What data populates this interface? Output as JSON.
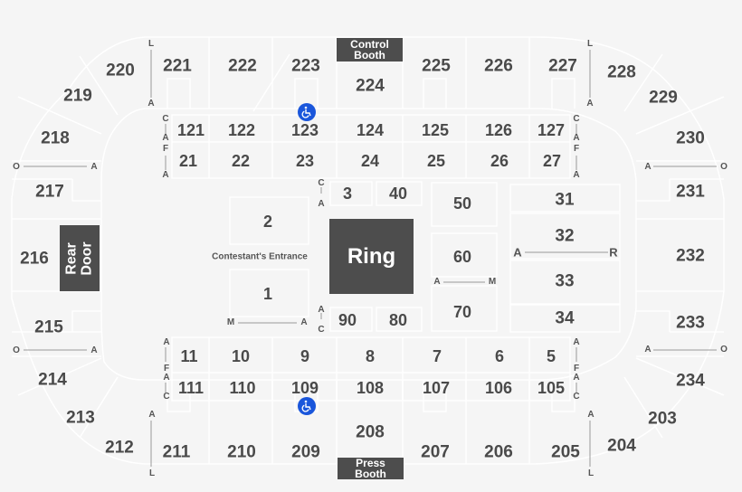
{
  "venue_map": {
    "features": {
      "ring": "Ring",
      "control_booth": "Control\nBooth",
      "press_booth": "Press\nBooth",
      "rear_door": "Rear\nDoor",
      "contestants_entrance": "Contestant's Entrance",
      "accessibility_icon": "wheelchair-icon"
    },
    "upper_level": {
      "top": [
        "221",
        "222",
        "223",
        "224",
        "225",
        "226",
        "227"
      ],
      "top_right_corner": [
        "228",
        "229",
        "230"
      ],
      "right": [
        "231",
        "232",
        "233"
      ],
      "bottom_right_corner": [
        "234",
        "203",
        "204"
      ],
      "bottom": [
        "205",
        "206",
        "207",
        "208",
        "209",
        "210",
        "211"
      ],
      "bottom_left_corner": [
        "212",
        "213",
        "214"
      ],
      "left": [
        "215",
        "216",
        "217"
      ],
      "top_left_corner": [
        "218",
        "219",
        "220"
      ]
    },
    "lower_level": {
      "top_back": [
        "121",
        "122",
        "123",
        "124",
        "125",
        "126",
        "127"
      ],
      "top_front": [
        "21",
        "22",
        "23",
        "24",
        "25",
        "26",
        "27"
      ],
      "bottom_front": [
        "11",
        "10",
        "9",
        "8",
        "7",
        "6",
        "5"
      ],
      "bottom_back": [
        "111",
        "110",
        "109",
        "108",
        "107",
        "106",
        "105"
      ]
    },
    "floor": {
      "sections": [
        "1",
        "2",
        "3",
        "40",
        "50",
        "60",
        "70",
        "80",
        "90",
        "31",
        "32",
        "33",
        "34"
      ]
    },
    "row_labels": {
      "upper_side_top_left": [
        "L",
        "A"
      ],
      "upper_side_top_right": [
        "L",
        "A"
      ],
      "upper_side_bottom_left": [
        "A",
        "L"
      ],
      "upper_side_bottom_right": [
        "A",
        "L"
      ],
      "end_left_top": [
        "O",
        "A"
      ],
      "end_left_bottom": [
        "O",
        "A"
      ],
      "end_right_top": [
        "A",
        "O"
      ],
      "end_right_bottom": [
        "A",
        "O"
      ],
      "lower_top_left": [
        "C",
        "A",
        "F",
        "A"
      ],
      "lower_top_right": [
        "C",
        "A",
        "F",
        "A"
      ],
      "lower_bottom_left": [
        "A",
        "F",
        "A",
        "C"
      ],
      "lower_bottom_right": [
        "A",
        "F",
        "A",
        "C"
      ],
      "floor_3": [
        "C",
        "A"
      ],
      "floor_90": [
        "A",
        "C"
      ],
      "floor_1": [
        "M",
        "A"
      ],
      "floor_60_70": [
        "A",
        "M"
      ],
      "floor_32_33": [
        "A",
        "R"
      ]
    }
  }
}
